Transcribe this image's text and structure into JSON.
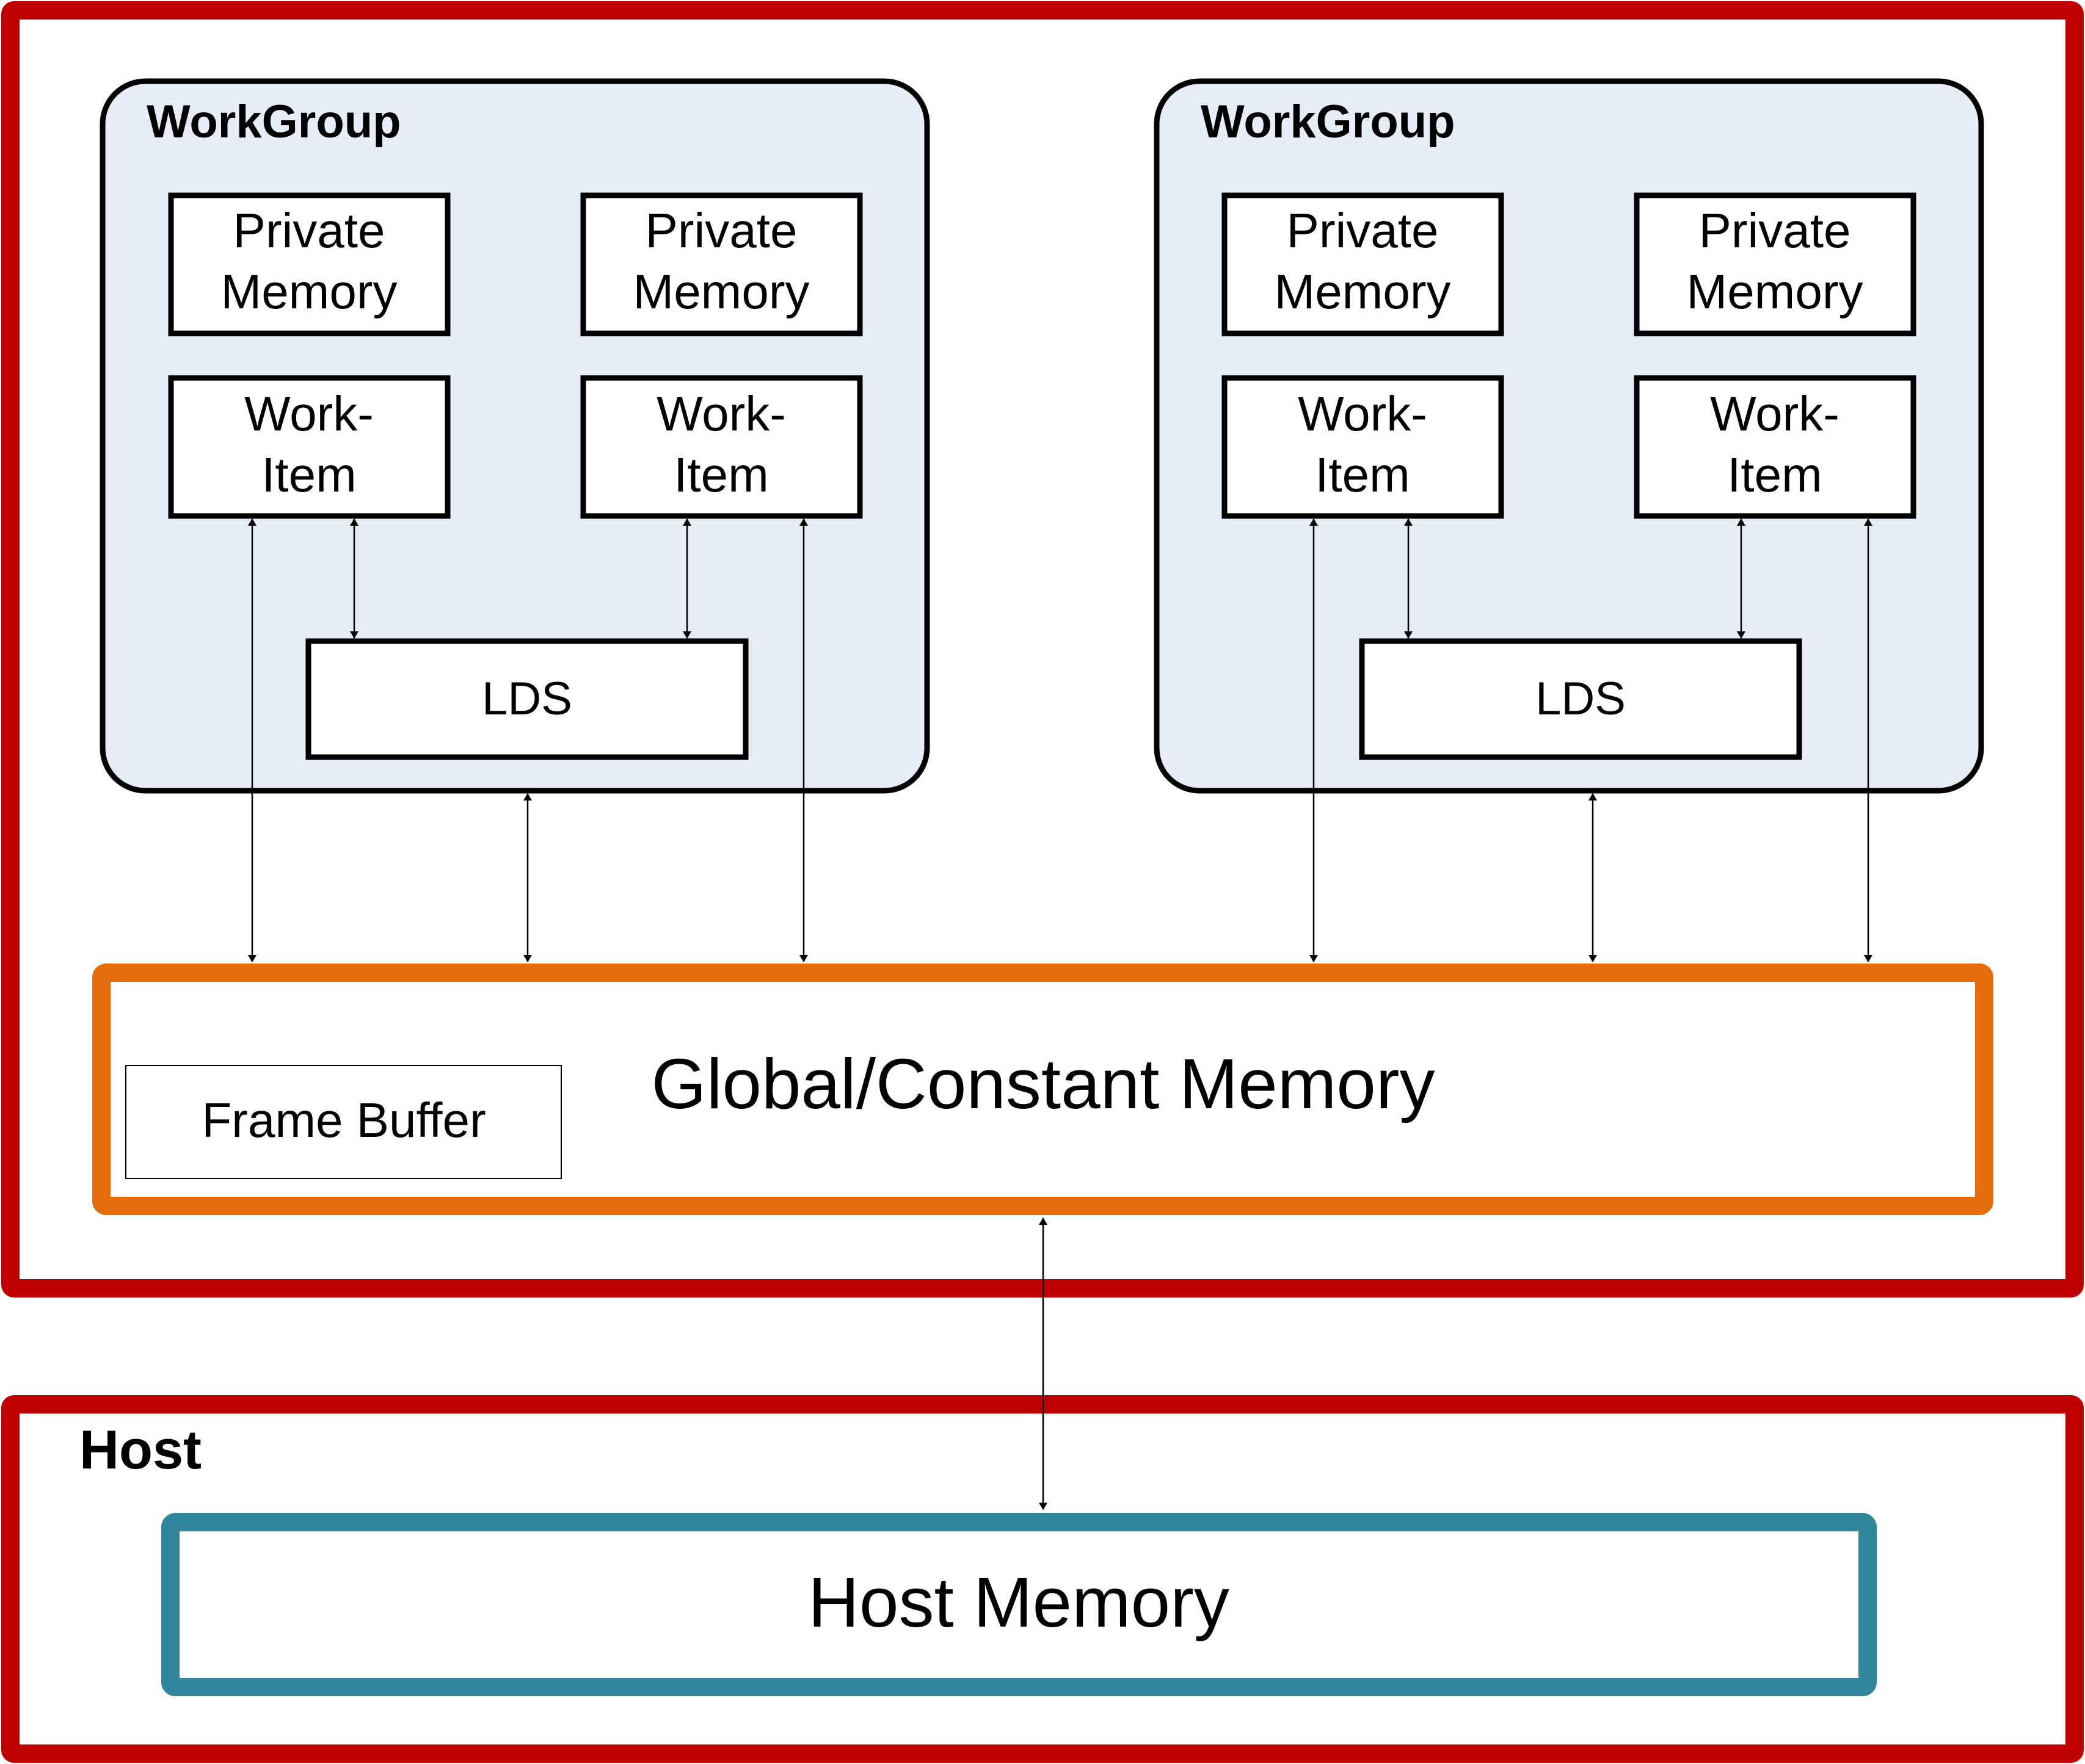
{
  "colors": {
    "device_border": "#c00000",
    "host_border": "#c00000",
    "global_memory_border": "#e46c0a",
    "host_memory_border": "#31859c",
    "workgroup_fill": "#e6edf7",
    "box_border": "#000000"
  },
  "workgroups": [
    {
      "title": "WorkGroup",
      "private_memories": [
        {
          "line1": "Private",
          "line2": "Memory"
        },
        {
          "line1": "Private",
          "line2": "Memory"
        }
      ],
      "work_items": [
        {
          "line1": "Work-",
          "line2": "Item"
        },
        {
          "line1": "Work-",
          "line2": "Item"
        }
      ],
      "lds": "LDS"
    },
    {
      "title": "WorkGroup",
      "private_memories": [
        {
          "line1": "Private",
          "line2": "Memory"
        },
        {
          "line1": "Private",
          "line2": "Memory"
        }
      ],
      "work_items": [
        {
          "line1": "Work-",
          "line2": "Item"
        },
        {
          "line1": "Work-",
          "line2": "Item"
        }
      ],
      "lds": "LDS"
    }
  ],
  "global_memory": {
    "label": "Global/Constant Memory",
    "frame_buffer": "Frame Buffer"
  },
  "host": {
    "title": "Host",
    "memory_label": "Host Memory"
  }
}
